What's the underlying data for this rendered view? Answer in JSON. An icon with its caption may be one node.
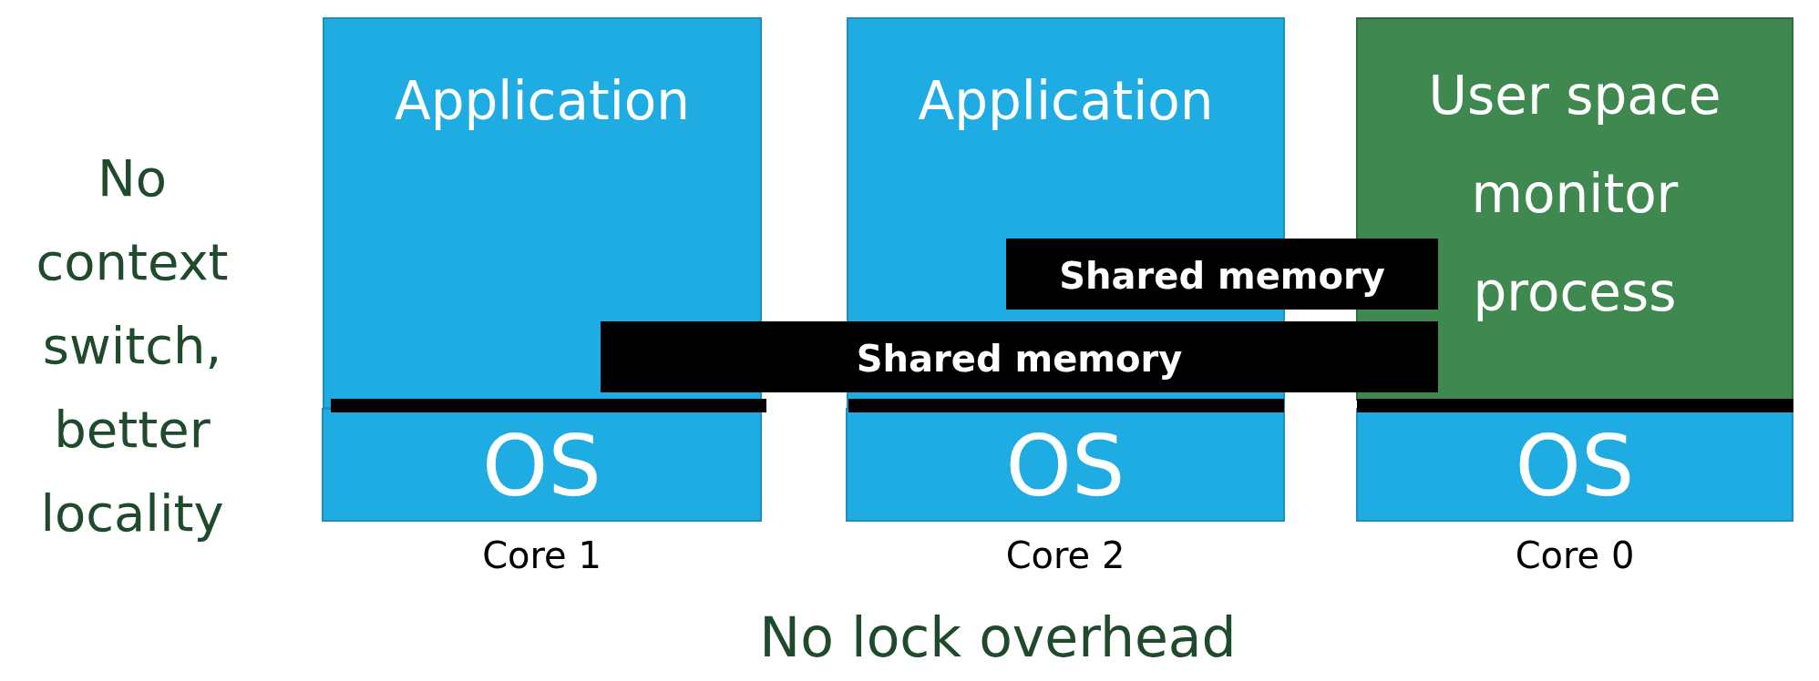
{
  "diagram": {
    "nodes": [
      {
        "text": [
          "Application"
        ]
      },
      {
        "text": [
          "Application"
        ]
      },
      {
        "text": [
          "User space monitor process"
        ]
      },
      {
        "text": [
          "Shared memory"
        ]
      },
      {
        "text": [
          "Shared memory"
        ]
      },
      {
        "text": [],
        "shape": "bar"
      },
      {
        "text": [],
        "shape": "bar"
      },
      {
        "text": [],
        "shape": "bar"
      },
      {
        "text": [
          "OS"
        ],
        "beside": [
          "Core 1"
        ]
      },
      {
        "text": [
          "OS"
        ],
        "beside": [
          "Core 2"
        ]
      },
      {
        "text": [
          "OS"
        ],
        "beside": [
          "Core 0"
        ]
      }
    ],
    "labels": [
      "No context switch, better locality",
      "No lock overhead"
    ]
  }
}
